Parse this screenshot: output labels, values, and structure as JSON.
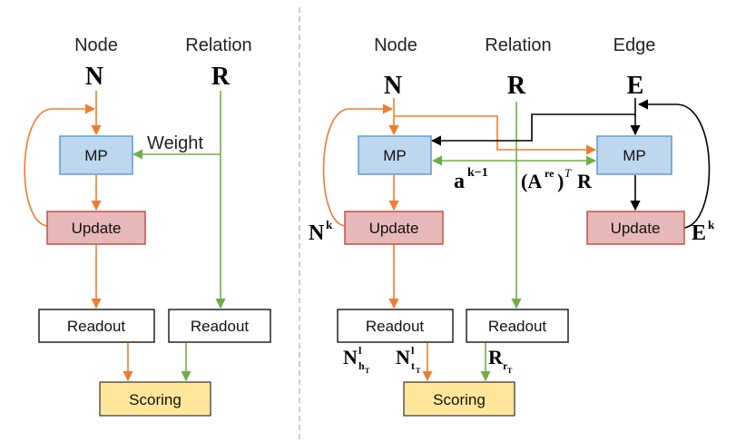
{
  "left": {
    "col_node": "Node",
    "col_relation": "Relation",
    "sym_node": "N",
    "sym_relation": "R",
    "weight": "Weight",
    "mp": "MP",
    "update": "Update",
    "readout_node": "Readout",
    "readout_rel": "Readout",
    "scoring": "Scoring"
  },
  "right": {
    "col_node": "Node",
    "col_relation": "Relation",
    "col_edge": "Edge",
    "sym_node": "N",
    "sym_relation": "R",
    "sym_edge": "E",
    "mp_node": "MP",
    "mp_edge": "MP",
    "update_node": "Update",
    "update_edge": "Update",
    "readout_node": "Readout",
    "readout_rel": "Readout",
    "scoring": "Scoring",
    "nk_base": "N",
    "nk_sup": "k",
    "ek_base": "E",
    "ek_sup": "k",
    "a_base": "a",
    "a_sup": "k−1",
    "are_open": "(A",
    "are_sup": "re",
    "are_close": ")",
    "are_T": "T",
    "are_R": "R",
    "nh_base": "N",
    "nh_sup": "l",
    "nh_sub": "h",
    "nh_subsub": "T",
    "nt_base": "N",
    "nt_sup": "l",
    "nt_sub": "t",
    "nt_subsub": "T",
    "rr_base": "R",
    "rr_sub": "r",
    "rr_subsub": "T"
  },
  "colors": {
    "orange": "#ed7d31",
    "green": "#70ad47",
    "black": "#000000",
    "mp_fill": "#bdd7ee",
    "mp_stroke": "#5b9bd5",
    "update_fill": "#e6b8b7",
    "update_stroke": "#c0504d",
    "scoring_fill": "#ffe699",
    "scoring_stroke": "#404040",
    "divider": "#999999"
  }
}
